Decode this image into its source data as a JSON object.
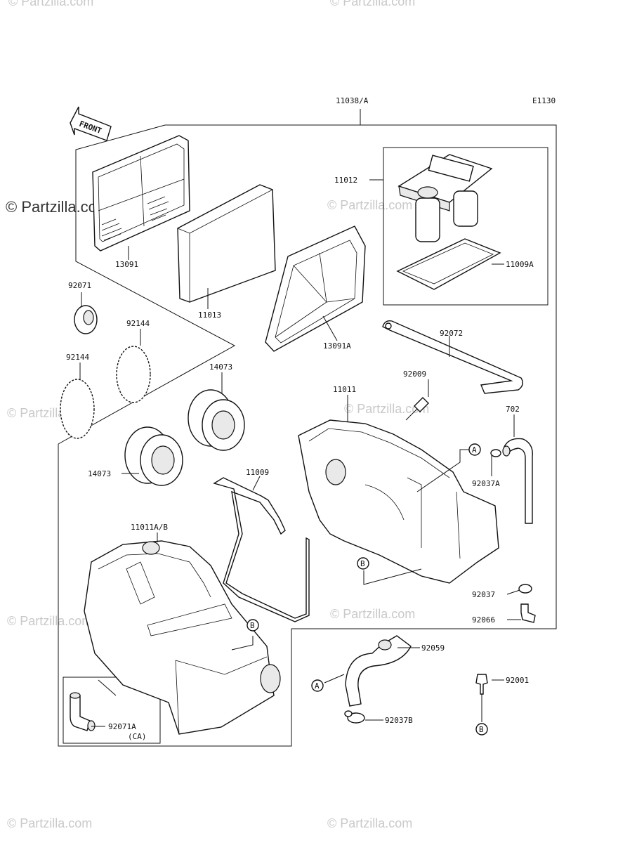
{
  "diagram_code": "E1130",
  "front_label": "FRONT",
  "watermark_main": "© Partzilla.com",
  "watermark_text": "© Partzilla.com",
  "labels": {
    "p11038A": "11038/A",
    "p11012": "11012",
    "p11009A": "11009A",
    "p13091": "13091",
    "p11013": "11013",
    "p13091A": "13091A",
    "p92071": "92071",
    "p92144a": "92144",
    "p92144b": "92144",
    "p14073a": "14073",
    "p14073b": "14073",
    "p92072": "92072",
    "p92009": "92009",
    "p11011": "11011",
    "p702": "702",
    "p92037A": "92037A",
    "p11009": "11009",
    "p11011AB": "11011A/B",
    "p92037": "92037",
    "p92066": "92066",
    "p92059": "92059",
    "p92001": "92001",
    "p92037B": "92037B",
    "p92071A": "92071A",
    "pCA": "(CA)"
  },
  "callouts": {
    "a1": "A",
    "a2": "A",
    "b1": "B",
    "b2": "B",
    "b3": "B"
  }
}
